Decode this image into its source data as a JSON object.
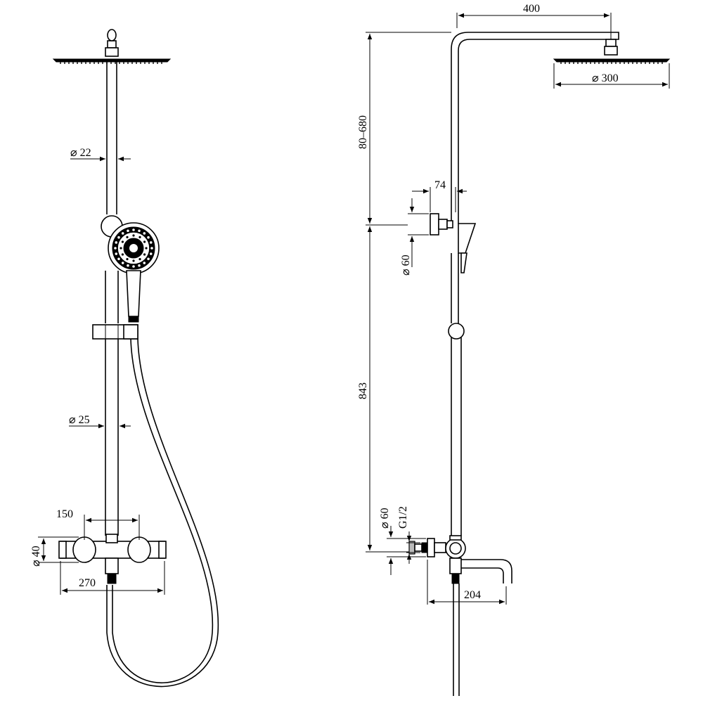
{
  "front_view": {
    "diameter_riser_top": "⌀ 22",
    "diameter_riser_bottom": "⌀ 25",
    "mixer_center_spacing": "150",
    "mixer_body_diameter": "⌀ 40",
    "mixer_total_width": "270"
  },
  "side_view": {
    "arm_length": "400",
    "overhead_shower_diameter": "⌀ 300",
    "adjustable_height": "80–680",
    "wall_bracket_offset": "74",
    "wall_bracket_diameter": "⌀ 60",
    "lower_height": "843",
    "mixer_flange_diameter": "⌀ 60",
    "inlet_thread": "G1/2",
    "spout_length": "204"
  },
  "colors": {
    "line": "#000000",
    "background": "#ffffff"
  }
}
